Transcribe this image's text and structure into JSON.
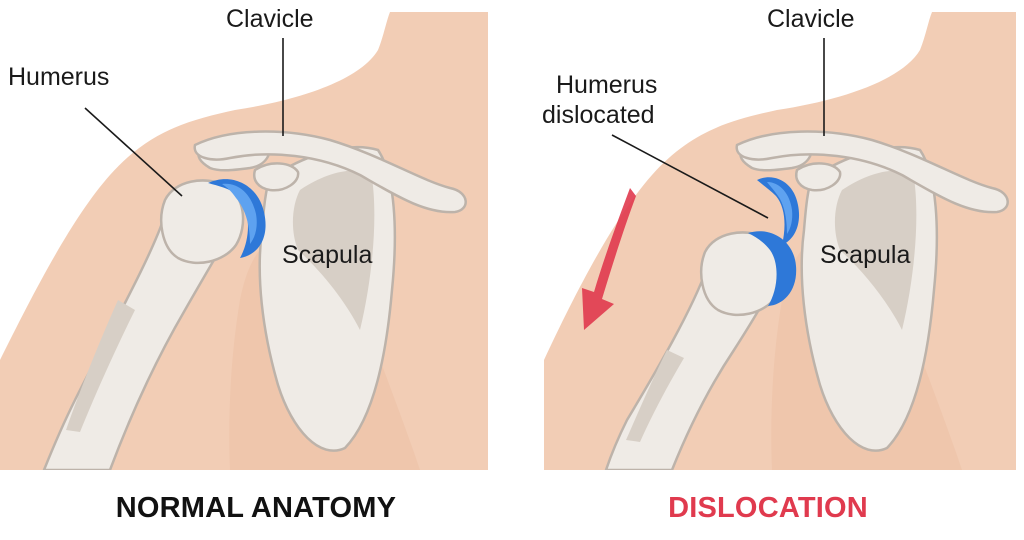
{
  "colors": {
    "skin": "#F2CDB5",
    "skin_shadow": "#E6B091",
    "bone": "#EFEBE6",
    "bone_outline": "#BDB3AA",
    "bone_shadow": "#D7CFC6",
    "cartilage": "#2E78D8",
    "cartilage_light": "#5EA2F0",
    "arrow": "#E03A4E",
    "caption_normal": "#111111",
    "caption_dislocation": "#E03A4E"
  },
  "panels": {
    "normal": {
      "labels": {
        "clavicle": "Clavicle",
        "humerus": "Humerus",
        "scapula": "Scapula"
      },
      "caption": "NORMAL ANATOMY"
    },
    "dislocation": {
      "labels": {
        "clavicle": "Clavicle",
        "humerus_line1": "Humerus",
        "humerus_line2": "dislocated",
        "scapula": "Scapula"
      },
      "caption": "DISLOCATION",
      "arrow_icon": "arrow-down-left-icon"
    }
  }
}
